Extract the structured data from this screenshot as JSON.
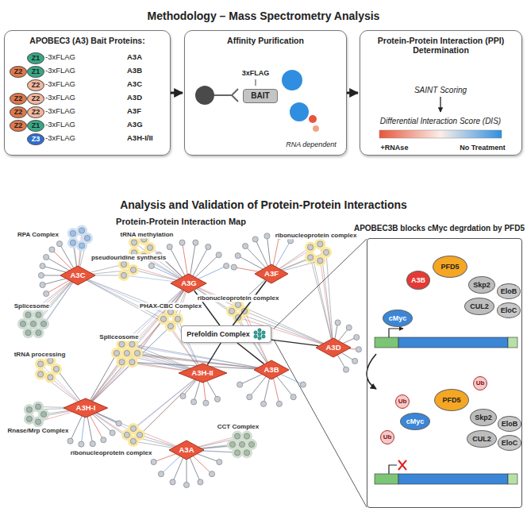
{
  "diagram": {
    "title": "Methodology – Mass Spectrometry Analysis",
    "nodes": [
      {
        "text": [
          "APOBEC3 (A3) Bait Proteins:"
        ]
      },
      {
        "text": [
          "Affinity Purification"
        ]
      },
      {
        "text": [
          "Protein-Protein Interaction (PPI) Determination"
        ]
      },
      {
        "text": [
          "Z1"
        ],
        "in": 0
      },
      {
        "text": [
          "Z2"
        ],
        "in": 0
      },
      {
        "text": [
          "Z1"
        ],
        "in": 0
      },
      {
        "text": [
          "Z2"
        ],
        "in": 0
      },
      {
        "text": [
          "Z2"
        ],
        "in": 0
      },
      {
        "text": [
          "Z2"
        ],
        "in": 0
      },
      {
        "text": [
          "Z2"
        ],
        "in": 0
      },
      {
        "text": [
          "Z2"
        ],
        "in": 0
      },
      {
        "text": [
          "Z2"
        ],
        "in": 0
      },
      {
        "text": [
          "Z1"
        ],
        "in": 0
      },
      {
        "text": [
          "Z3"
        ],
        "in": 0
      },
      {
        "text": [
          "BAIT"
        ],
        "in": 1
      },
      {
        "text": [
          "A3C"
        ]
      },
      {
        "text": [
          "A3G"
        ]
      },
      {
        "text": [
          "A3F"
        ]
      },
      {
        "text": [
          "A3D"
        ]
      },
      {
        "text": [
          "Prefoldin Complex"
        ]
      },
      {
        "text": [
          "A3B"
        ]
      },
      {
        "text": [
          "A3H-II"
        ]
      },
      {
        "text": [
          "A3H-I"
        ]
      },
      {
        "text": [
          "A3A"
        ]
      },
      {
        "text": [
          "APOBEC3B blocks cMyc degrdation by PFD5"
        ]
      },
      {
        "text": [
          "PFD5"
        ],
        "in": 24
      },
      {
        "text": [
          "A3B"
        ],
        "in": 24
      },
      {
        "text": [
          "Skp2"
        ],
        "in": 24
      },
      {
        "text": [
          "EloB"
        ],
        "in": 24
      },
      {
        "text": [
          "CUL2"
        ],
        "in": 24
      },
      {
        "text": [
          "EloC"
        ],
        "in": 24
      },
      {
        "text": [
          "cMyc"
        ],
        "in": 24
      },
      {
        "text": [
          "Ub"
        ],
        "in": 24
      },
      {
        "text": [
          "PFD5"
        ],
        "in": 24
      },
      {
        "text": [
          "cMyc"
        ],
        "in": 24
      },
      {
        "text": [
          "Ub"
        ],
        "in": 24
      },
      {
        "text": [
          "Skp2"
        ],
        "in": 24
      },
      {
        "text": [
          "EloB"
        ],
        "in": 24
      },
      {
        "text": [
          "CUL2"
        ],
        "in": 24
      },
      {
        "text": [
          "EloC"
        ],
        "in": 24
      },
      {
        "text": [
          "Ub"
        ],
        "in": 24
      }
    ],
    "edges": [
      {
        "from": 0,
        "to": 1,
        "arrow": "to"
      },
      {
        "from": 1,
        "to": 2,
        "arrow": "to"
      },
      {
        "from": 19,
        "to": 16,
        "arrow": "none"
      },
      {
        "from": 19,
        "to": 17,
        "arrow": "none"
      },
      {
        "from": 19,
        "to": 18,
        "arrow": "none"
      },
      {
        "from": 19,
        "to": 20,
        "arrow": "none"
      },
      {
        "from": 19,
        "to": 21,
        "arrow": "none"
      }
    ],
    "labels": [
      "-3xFLAG",
      "-3xFLAG",
      "-3xFLAG",
      "-3xFLAG",
      "-3xFLAG",
      "-3xFLAG",
      "-3xFLAG",
      "A3A",
      "A3B",
      "A3C",
      "A3D",
      "A3F",
      "A3G",
      "A3H-I/II",
      "3xFLAG",
      "RNA dependent",
      "SAINT Scoring",
      "Differential Interaction Score (DIS)",
      "+RNAse",
      "No Treatment",
      "Analysis and Validation of Protein-Protein Interactions",
      "Protein-Protein Interaction Map",
      "RPA Complex",
      "tRNA methylation",
      "pseudouridine synthesis",
      "ribonucleoprotein complex",
      "Splicesome",
      "PHAX-CBC Complex",
      "Spliceosome",
      "ribonucleoprotein complex",
      "tRNA processing",
      "Rnase/Mrp Complex",
      "ribonucleoprotein complex",
      "CCT Complex"
    ]
  }
}
